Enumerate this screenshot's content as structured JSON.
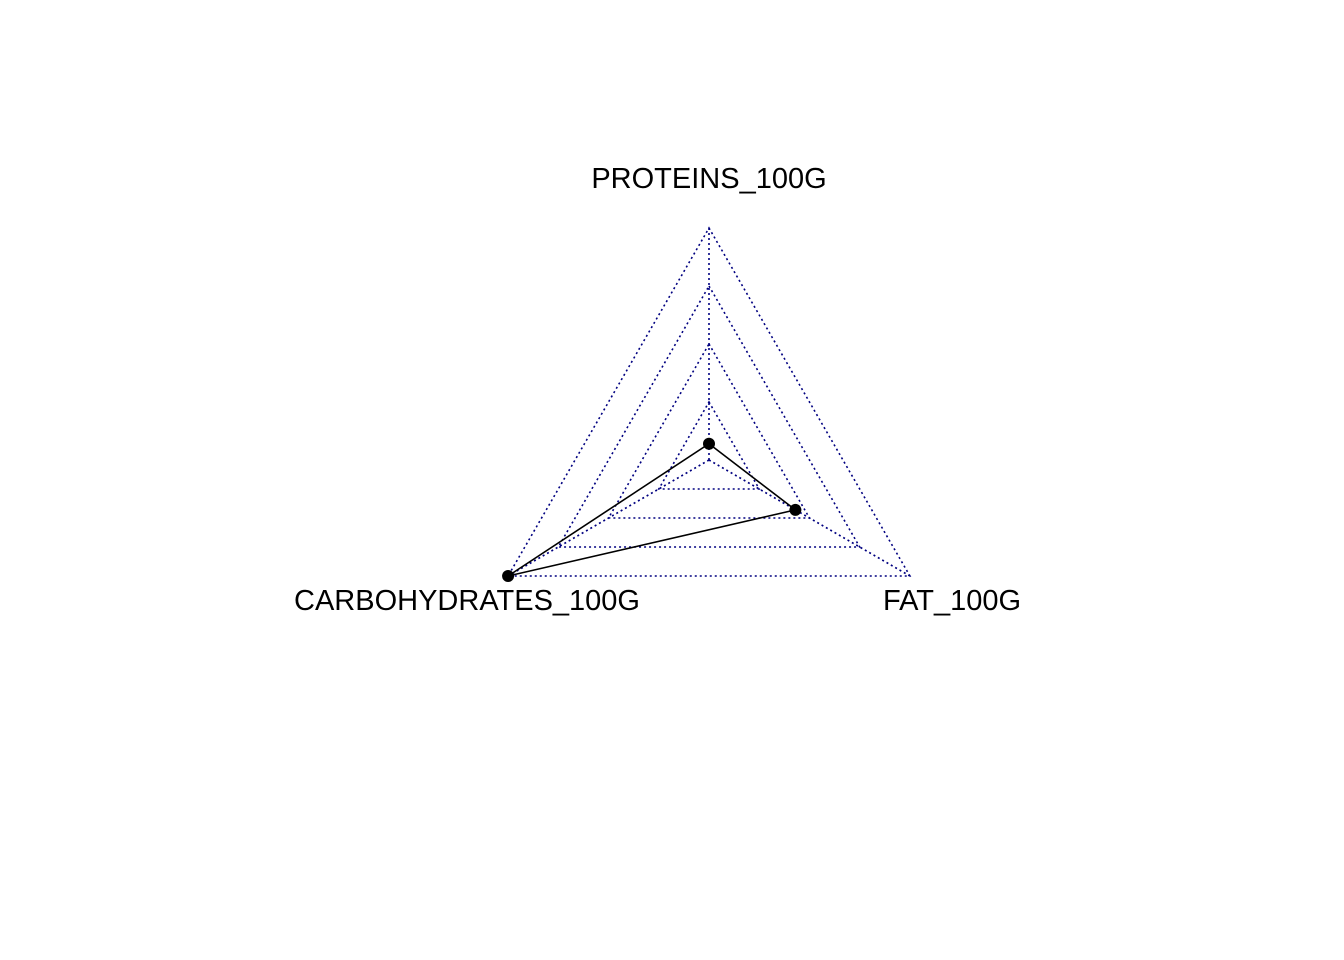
{
  "chart_data": {
    "type": "radar",
    "axes": [
      "PROTEINS_100G",
      "FAT_100G",
      "CARBOHYDRATES_100G"
    ],
    "rmin": 0,
    "rmax": 1,
    "grid_levels": 4,
    "grid_style": "dotted",
    "grid_color": "#000080",
    "series": [
      {
        "color": "#000000",
        "values": [
          0.07,
          0.43,
          1.0
        ]
      }
    ]
  }
}
